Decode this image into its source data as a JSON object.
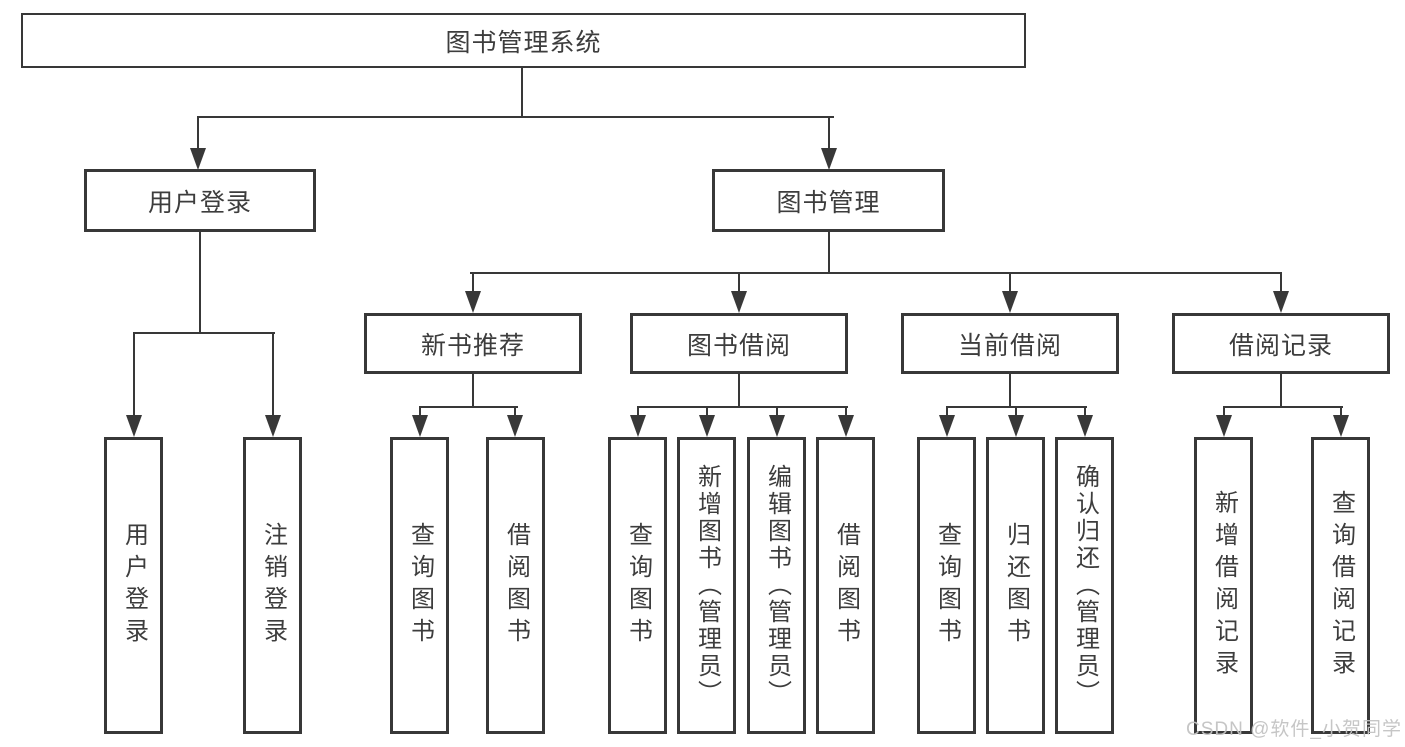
{
  "nodes": {
    "root": "图书管理系统",
    "user_login": "用户登录",
    "book_mgmt": "图书管理",
    "new_book_rec": "新书推荐",
    "book_borrow": "图书借阅",
    "current_borrow": "当前借阅",
    "borrow_records": "借阅记录",
    "leaf_user_login": "用户登录",
    "leaf_logout": "注销登录",
    "leaf_rec_search_book": "查询图书",
    "leaf_rec_borrow_book": "借阅图书",
    "leaf_bb_search_book": "查询图书",
    "leaf_bb_add_book": "新增图书（管理员）",
    "leaf_bb_edit_book": "编辑图书（管理员）",
    "leaf_bb_borrow_book": "借阅图书",
    "leaf_cb_search_book": "查询图书",
    "leaf_cb_return_book": "归还图书",
    "leaf_cb_confirm_return": "确认归还（管理员）",
    "leaf_br_add_record": "新增借阅记录",
    "leaf_br_search_record": "查询借阅记录"
  },
  "watermark": {
    "text": "CSDN @软件_小贺同学"
  },
  "colors": {
    "line": "#383838",
    "text": "#3d3d3d",
    "background": "#ffffff",
    "watermark": "#c3c3c3"
  }
}
